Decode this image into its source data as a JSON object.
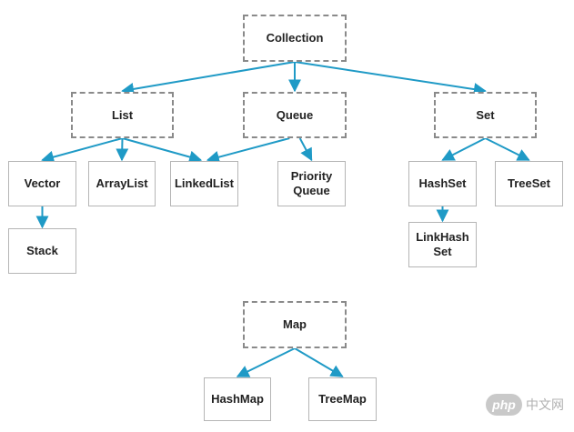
{
  "nodes": {
    "collection": "Collection",
    "list": "List",
    "queue": "Queue",
    "set": "Set",
    "vector": "Vector",
    "arraylist": "ArrayList",
    "linkedlist": "LinkedList",
    "priorityqueue": "Priority\nQueue",
    "hashset": "HashSet",
    "treeset": "TreeSet",
    "stack": "Stack",
    "linkedhashset": "LinkHash\nSet",
    "map": "Map",
    "hashmap": "HashMap",
    "treemap": "TreeMap"
  },
  "edges": [
    [
      "collection",
      "list"
    ],
    [
      "collection",
      "queue"
    ],
    [
      "collection",
      "set"
    ],
    [
      "list",
      "vector"
    ],
    [
      "list",
      "arraylist"
    ],
    [
      "list",
      "linkedlist"
    ],
    [
      "queue",
      "linkedlist"
    ],
    [
      "queue",
      "priorityqueue"
    ],
    [
      "vector",
      "stack"
    ],
    [
      "set",
      "hashset"
    ],
    [
      "set",
      "treeset"
    ],
    [
      "hashset",
      "linkedhashset"
    ],
    [
      "map",
      "hashmap"
    ],
    [
      "map",
      "treemap"
    ]
  ],
  "colors": {
    "arrow": "#1f9ac6",
    "interface_border": "#8a8a8a",
    "class_border": "#b5b5b5"
  },
  "watermark": {
    "badge": "php",
    "text": "中文网"
  }
}
